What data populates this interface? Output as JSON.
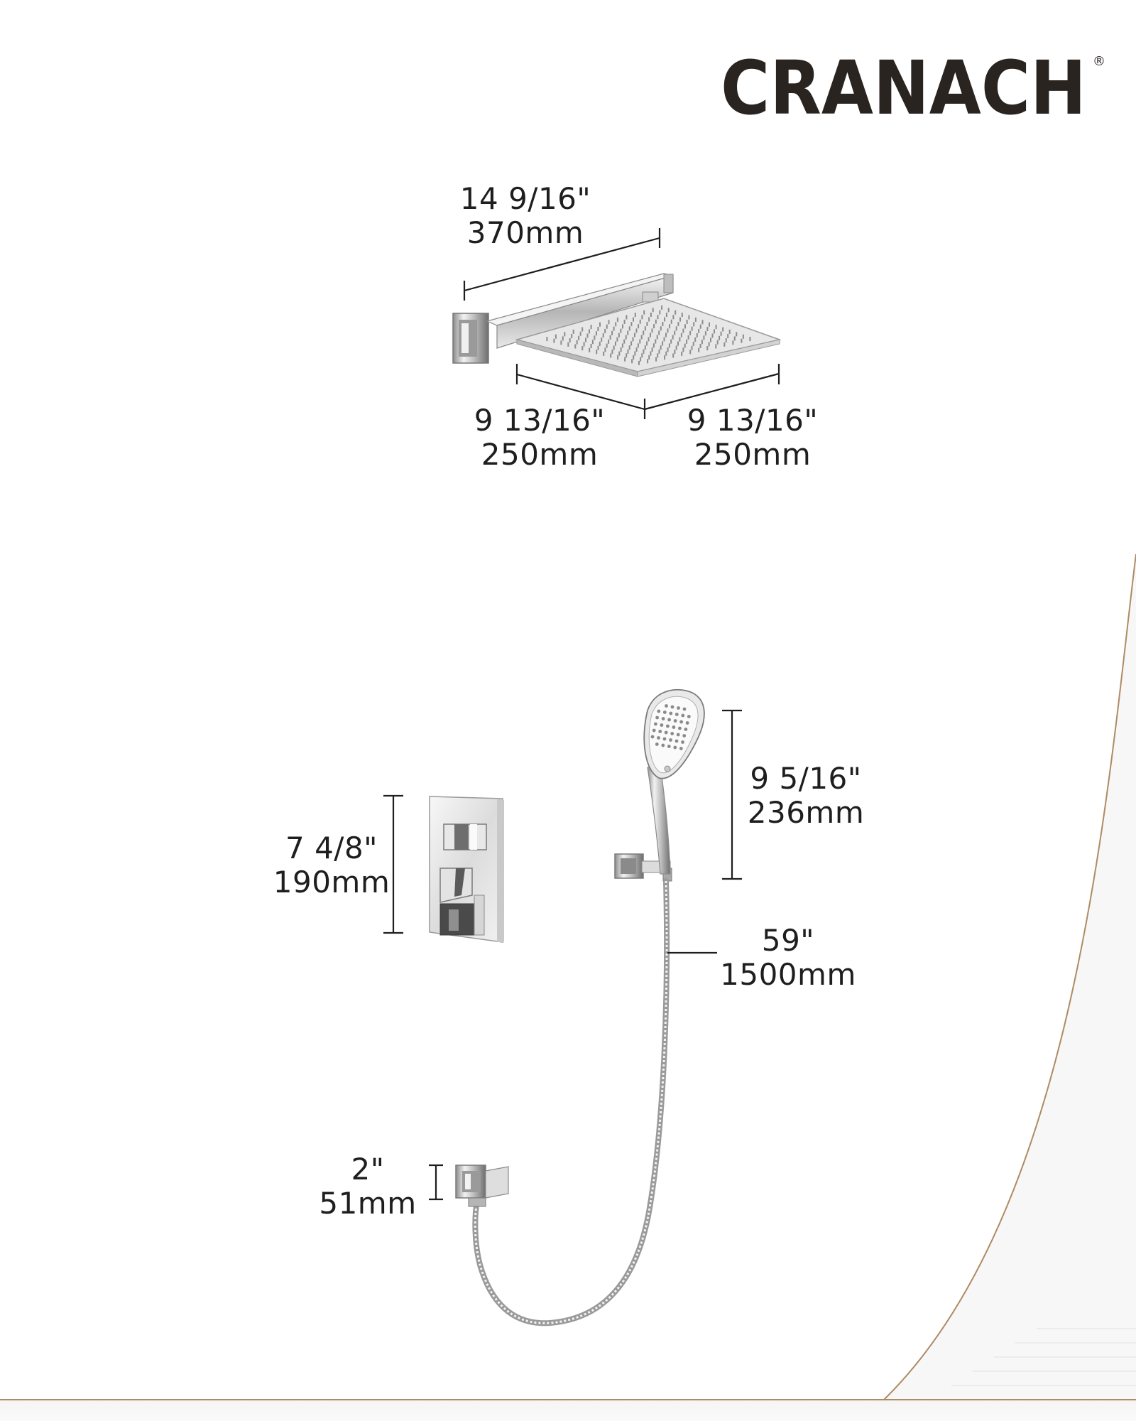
{
  "brand": {
    "name": "CRANACH",
    "mark": "®",
    "color": "#2a2421"
  },
  "colors": {
    "line": "#1e1e1e",
    "chrome_dark": "#7a7a7a",
    "chrome_light": "#ececec",
    "accent_curve": "#b08a63"
  },
  "dimensions": {
    "arm_length": {
      "imperial": "14 9/16\"",
      "metric": "370mm"
    },
    "head_depth": {
      "imperial": "9 13/16\"",
      "metric": "250mm"
    },
    "head_width": {
      "imperial": "9 13/16\"",
      "metric": "250mm"
    },
    "valve_height": {
      "imperial": "7 4/8\"",
      "metric": "190mm"
    },
    "handshower_length": {
      "imperial": "9 5/16\"",
      "metric": "236mm"
    },
    "hose_length": {
      "imperial": "59\"",
      "metric": "1500mm"
    },
    "outlet_height": {
      "imperial": "2\"",
      "metric": "51mm"
    }
  }
}
